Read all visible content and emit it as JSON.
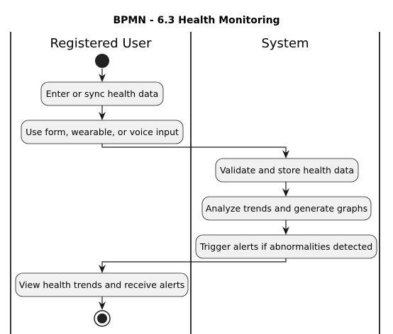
{
  "diagram": {
    "title": "BPMN - 6.3 Health Monitoring",
    "lanes": [
      {
        "id": "user",
        "label": "Registered User"
      },
      {
        "id": "system",
        "label": "System"
      }
    ],
    "nodes": [
      {
        "id": "start",
        "kind": "start",
        "lane": "user"
      },
      {
        "id": "enter",
        "kind": "activity",
        "lane": "user",
        "label": "Enter or sync health data"
      },
      {
        "id": "input",
        "kind": "activity",
        "lane": "user",
        "label": "Use form, wearable, or voice input"
      },
      {
        "id": "validate",
        "kind": "activity",
        "lane": "system",
        "label": "Validate and store health data"
      },
      {
        "id": "analyze",
        "kind": "activity",
        "lane": "system",
        "label": "Analyze trends and generate graphs"
      },
      {
        "id": "alerts",
        "kind": "activity",
        "lane": "system",
        "label": "Trigger alerts if abnormalities detected"
      },
      {
        "id": "view",
        "kind": "activity",
        "lane": "user",
        "label": "View health trends and receive alerts"
      },
      {
        "id": "end",
        "kind": "end",
        "lane": "user"
      }
    ],
    "edges": [
      {
        "from": "start",
        "to": "enter"
      },
      {
        "from": "enter",
        "to": "input"
      },
      {
        "from": "input",
        "to": "validate"
      },
      {
        "from": "validate",
        "to": "analyze"
      },
      {
        "from": "analyze",
        "to": "alerts"
      },
      {
        "from": "alerts",
        "to": "view"
      },
      {
        "from": "view",
        "to": "end"
      }
    ]
  }
}
